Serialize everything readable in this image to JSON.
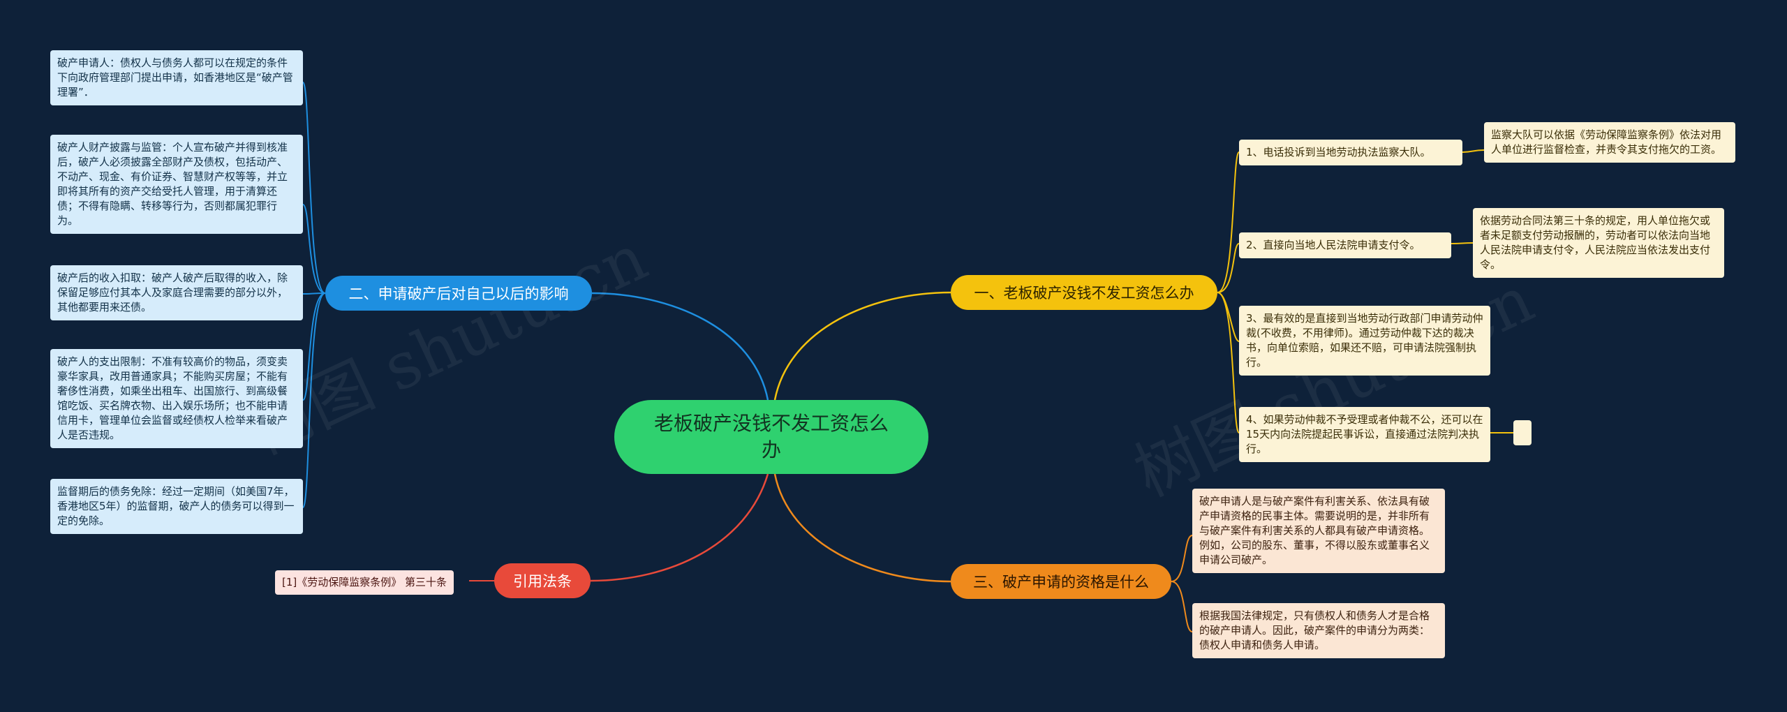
{
  "root": {
    "text": "老板破产没钱不发工资怎么办"
  },
  "branches": {
    "left_top": {
      "label": "二、申请破产后对自己以后的影响",
      "color": "#1e8fe0",
      "items": [
        "破产申请人：债权人与债务人都可以在规定的条件下向政府管理部门提出申请，如香港地区是“破产管理署”．",
        "破产人财产披露与监管：个人宣布破产并得到核准后，破产人必须披露全部财产及债权，包括动产、不动产、现金、有价证券、智慧财产权等等，并立即将其所有的资产交给受托人管理，用于清算还债；不得有隐瞒、转移等行为，否则都属犯罪行为。",
        "破产后的收入扣取：破产人破产后取得的收入，除保留足够应付其本人及家庭合理需要的部分以外，其他都要用来还债。",
        "破产人的支出限制：不准有较高价的物品，须变卖豪华家具，改用普通家具；不能购买房屋；不能有奢侈性消费，如乘坐出租车、出国旅行、到高级餐馆吃饭、买名牌衣物、出入娱乐场所；也不能申请信用卡，管理单位会监督或经债权人检举来看破产人是否违规。",
        "监督期后的债务免除：经过一定期间（如美国7年，香港地区5年）的监督期，破产人的债务可以得到一定的免除。"
      ]
    },
    "right_top": {
      "label": "一、老板破产没钱不发工资怎么办",
      "color": "#f4c20d",
      "items": [
        {
          "text": "1、电话投诉到当地劳动执法监察大队。",
          "detail": "监察大队可以依据《劳动保障监察条例》依法对用人单位进行监督检查，并责令其支付拖欠的工资。"
        },
        {
          "text": "2、直接向当地人民法院申请支付令。",
          "detail": "依据劳动合同法第三十条的规定，用人单位拖欠或者未足额支付劳动报酬的，劳动者可以依法向当地人民法院申请支付令，人民法院应当依法发出支付令。"
        },
        {
          "text": "3、最有效的是直接到当地劳动行政部门申请劳动仲裁(不收费，不用律师)。通过劳动仲裁下达的裁决书，向单位索赔，如果还不赔，可申请法院强制执行。"
        },
        {
          "text": "4、如果劳动仲裁不予受理或者仲裁不公，还可以在15天内向法院提起民事诉讼，直接通过法院判决执行。"
        }
      ]
    },
    "right_bottom": {
      "label": "三、破产申请的资格是什么",
      "color": "#ef8a1c",
      "items": [
        "破产申请人是与破产案件有利害关系、依法具有破产申请资格的民事主体。需要说明的是，并非所有与破产案件有利害关系的人都具有破产申请资格。例如，公司的股东、董事，不得以股东或董事名义申请公司破产。",
        "根据我国法律规定，只有债权人和债务人才是合格的破产申请人。因此，破产案件的申请分为两类：债权人申请和债务人申请。"
      ]
    },
    "left_bottom": {
      "label": "引用法条",
      "color": "#e84a3a",
      "items": [
        "[1]《劳动保障监察条例》 第三十条"
      ]
    }
  },
  "watermark": {
    "text": "树图 shutu.cn"
  },
  "colors": {
    "background": "#0e2139",
    "root": "#2fd16f",
    "root_link": "#ffffff"
  }
}
